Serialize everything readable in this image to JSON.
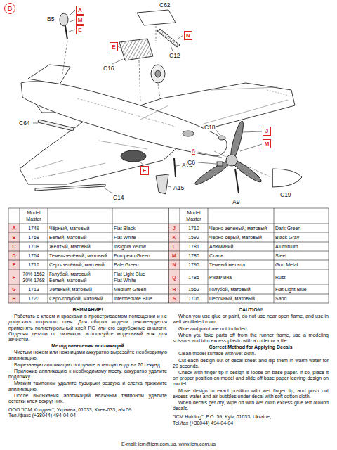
{
  "diagram": {
    "labels": [
      "B",
      "B5",
      "A",
      "M",
      "E",
      "C62",
      "E",
      "N",
      "C12",
      "C16",
      "C64",
      "E",
      "A14",
      "A15",
      "C14",
      "C18",
      "J",
      "M",
      "6",
      "C6",
      "A9",
      "C19",
      "Model Master",
      "Model Master",
      "A",
      "1749",
      "Чёрный, матовый",
      "Flat Black",
      "J",
      "1710",
      "Черно-зеленый, матовый",
      "Dark Green",
      "B",
      "1768",
      "Белый, матовый",
      "Flat White",
      "K",
      "1592",
      "Черно-серый, матовый",
      "Black Gray",
      "C",
      "1708",
      "Жёлтый, матовый",
      "Insignia Yellow",
      "L",
      "1781",
      "Алюминий",
      "Aluminium",
      "D",
      "1764",
      "Темно-зелёный, матовый",
      "European Green",
      "M",
      "1780",
      "Сталь",
      "Steel",
      "E",
      "1716",
      "Серо-зелёный, матовый",
      "Pale Green",
      "N",
      "1795",
      "Темный металл",
      "Gun Metal",
      "F",
      "70% 1562",
      "30% 1768",
      "Голубой, матовый",
      "Белый, матовый",
      "Flat Light Blue",
      "Flat White",
      "Q",
      "1785",
      "Ржавчина",
      "Rust",
      "G",
      "1713",
      "Зеленый, матовый",
      "Medium Green",
      "R",
      "1562",
      "Голубой, матовый",
      "Flat Light Blue",
      "H",
      "1720",
      "Серо-голубой, матовый",
      "Intermediate Blue",
      "S",
      "1706",
      "Песочный, матовый",
      "Sand",
      "ВНИМАНИЕ!",
      "Работать с клеем и красками в проветриваемом помещении и не допускать открытого огня. Для сборки модели рекомендуется применять полистирольный клей ПС или его зарубежные аналоги. Отделяя детали от литников, используйте модельный нож для зачистки.",
      "Метод нанесения аппликаций",
      "Чистым ножом или ножницами аккуратно вырезайте необходимую аппликацию.",
      "Вырезанную аппликацию погрузите в теплую воду на 20 секунд.",
      "Приложив аппликацию к необходимому месту, аккуратно удалите подложку.",
      "Мягким тампоном удалите пузырьки воздуха и слегка прижмите аппликацию.",
      "После высыхания аппликаций влажным тампоном удалите остатки клея вокруг них.",
      "ООО \"ICM Холдинг\", Украина, 01033, Киев-033, а/я 59",
      "Тел./факс (+38044) 494-04-04",
      "CAUTION!",
      "When you use glue or paint, do not use near open flame, and use in well ventilated room.",
      "Glue and paint are not included.",
      "When you take parts off from the runner frame, use a modeling scissors and trim excess plastic with a cutter or a file.",
      "Correct Method for Applying Decals",
      "Clean model surface with wet cloth.",
      "Cut each design out of decal sheet and dip them in warm water for 20 seconds.",
      "Check with finger tip if design is loose on base paper. If so, place it on proper position on model and slide off base paper leaving design on model.",
      "Move design to exact position with wet finger tip, and push out excess water and air bubbles under decal with soft cotton cloth.",
      "When decals get dry, wipe off with wet cloth excess glue left around decals.",
      "\"ICM Holding\", P.O. 59, Kyiv, 01033, Ukraine,",
      "Tel./fax (+38044) 494-04-04",
      "E-mail: icm@icm.com.ua, www.icm.com.ua"
    ]
  }
}
